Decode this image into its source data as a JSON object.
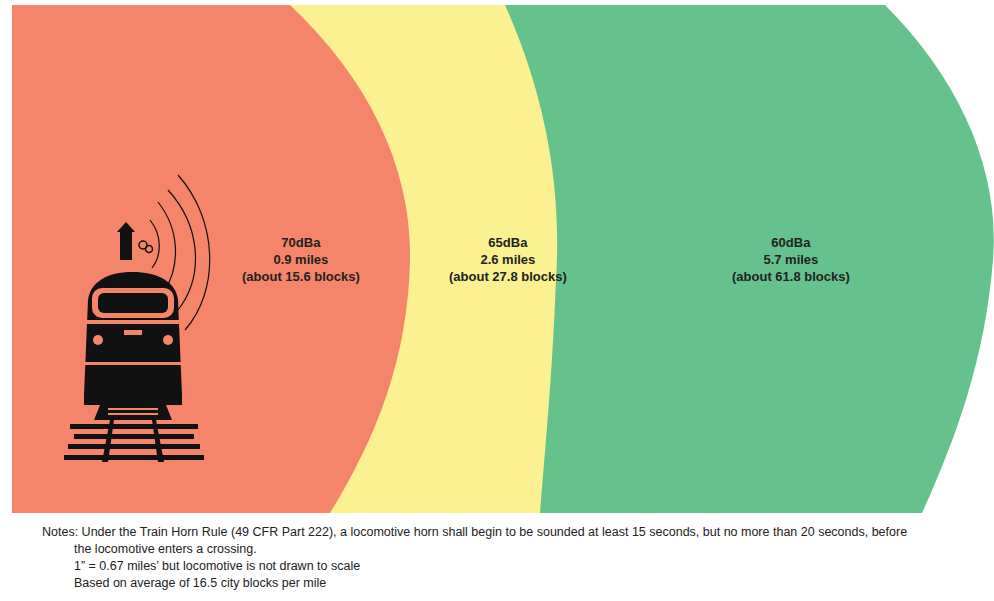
{
  "diagram": {
    "nodes": [
      {
        "text": [
          "70dBa",
          "0.9 miles",
          "(about 15.6 blocks)"
        ]
      },
      {
        "text": [
          "65dBa",
          "2.6 miles",
          "(about 27.8 blocks)"
        ]
      },
      {
        "text": [
          "60dBa",
          "5.7 miles",
          "(about 61.8 blocks)"
        ]
      }
    ],
    "labels": [
      "Notes: Under the Train Horn Rule (49 CFR Part 222), a locomotive horn shall begin to be sounded at least 15 seconds, but no more than 20 seconds, before the locomotive enters a crossing.",
      "1” = 0.67 miles’ but locomotive is not drawn to scale",
      "Based on average of 16.5 city blocks per mile"
    ]
  }
}
